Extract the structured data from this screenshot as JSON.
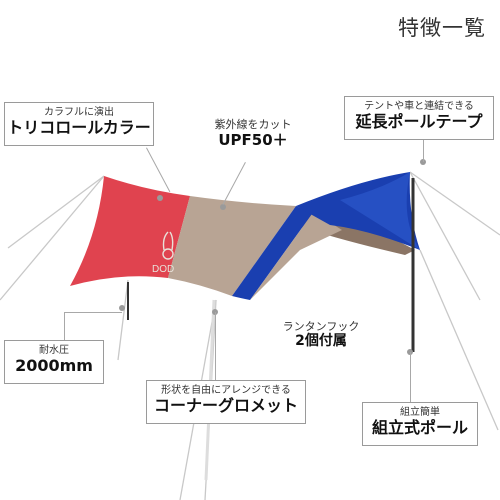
{
  "title": "特徴一覧",
  "product": {
    "logo_text": "DOD"
  },
  "features": [
    {
      "sub": "カラフルに演出",
      "main": "トリコロールカラー"
    },
    {
      "sub": "紫外線をカット",
      "main": "UPF50＋"
    },
    {
      "sub": "テントや車と連結できる",
      "main": "延長ポールテープ"
    },
    {
      "sub": "耐水圧",
      "main": "2000mm"
    },
    {
      "sub": "ランタンフック",
      "main": "2個付属"
    },
    {
      "sub": "形状を自由にアレンジできる",
      "main": "コーナーグロメット"
    },
    {
      "sub": "組立簡単",
      "main": "組立式ポール"
    }
  ],
  "colors": {
    "red": "#e0434f",
    "beige": "#b8a494",
    "blue": "#1a3fb0",
    "pole": "#333333",
    "rope": "#c8c8c8"
  }
}
